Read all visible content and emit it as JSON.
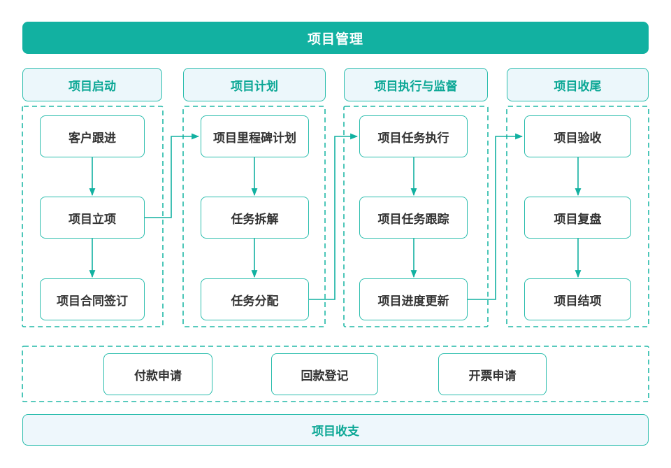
{
  "banner": {
    "title": "项目管理"
  },
  "columns": [
    {
      "header": "项目启动",
      "boxes": [
        "客户跟进",
        "项目立项",
        "项目合同签订"
      ]
    },
    {
      "header": "项目计划",
      "boxes": [
        "项目里程碑计划",
        "任务拆解",
        "任务分配"
      ]
    },
    {
      "header": "项目执行与监督",
      "boxes": [
        "项目任务执行",
        "项目任务跟踪",
        "项目进度更新"
      ]
    },
    {
      "header": "项目收尾",
      "boxes": [
        "项目验收",
        "项目复盘",
        "项目结项"
      ]
    }
  ],
  "finance": {
    "boxes": [
      "付款申请",
      "回款登记",
      "开票申请"
    ]
  },
  "footer_banner": {
    "title": "项目收支"
  },
  "colors": {
    "teal": "#12b1a1",
    "border_teal": "#2bbdad",
    "dashed_teal": "#20b8a7",
    "header_bg": "#ecf7fb",
    "header_text": "#0ba795",
    "footer_bg": "#eef7fc",
    "node_text": "#333333"
  }
}
